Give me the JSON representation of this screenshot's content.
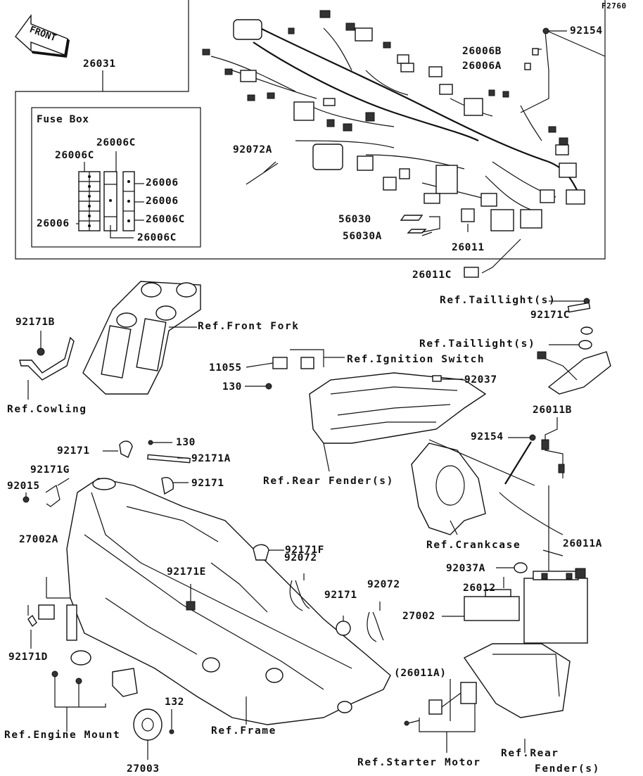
{
  "figure_code": "F2760",
  "front_arrow": "FRONT",
  "fuse_box_title": "Fuse Box",
  "labels": {
    "p92154_top": "92154",
    "p26006B": "26006B",
    "p26006A": "26006A",
    "p26031": "26031",
    "p92072A": "92072A",
    "fb_26006C_a": "26006C",
    "fb_26006C_b": "26006C",
    "fb_26006_a": "26006",
    "fb_26006_b": "26006",
    "fb_26006C_c": "26006C",
    "fb_26006_c": "26006",
    "fb_26006C_d": "26006C",
    "p56030": "56030",
    "p56030A": "56030A",
    "p26011": "26011",
    "p26011C": "26011C",
    "ref_taillight_1": "Ref.Taillight(s)",
    "p92171C": "92171C",
    "ref_taillight_2": "Ref.Taillight(s)",
    "p92171B": "92171B",
    "ref_front_fork": "Ref.Front Fork",
    "p11055": "11055",
    "ref_ignition_switch": "Ref.Ignition Switch",
    "p130_a": "130",
    "p92037": "92037",
    "ref_cowling": "Ref.Cowling",
    "p26011B": "26011B",
    "p92154_mid": "92154",
    "p92171": "92171",
    "p130_b": "130",
    "p92171A": "92171A",
    "p92171G": "92171G",
    "ref_rear_fender_1": "Ref.Rear Fender(s)",
    "p92015": "92015",
    "p92171_b": "92171",
    "p27002A": "27002A",
    "p92171F": "92171F",
    "ref_crankcase": "Ref.Crankcase",
    "p26011A": "26011A",
    "p92072": "92072",
    "p92171E": "92171E",
    "p92037A": "92037A",
    "p92072_b": "92072",
    "p26012": "26012",
    "p92171_c": "92171",
    "p27002": "27002",
    "p92171D": "92171D",
    "p26011A_paren": "(26011A)",
    "p132": "132",
    "ref_engine_mount": "Ref.Engine Mount",
    "ref_frame": "Ref.Frame",
    "ref_rear_fender_2a": "Ref.Rear",
    "ref_rear_fender_2b": "Fender(s)",
    "ref_starter_motor": "Ref.Starter Motor",
    "p27003": "27003"
  }
}
